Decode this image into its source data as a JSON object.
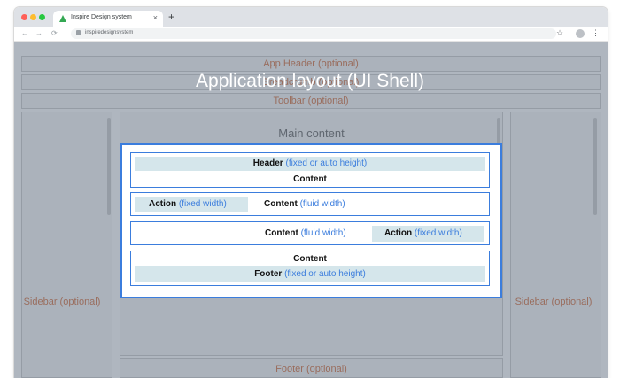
{
  "browser": {
    "tab_title": "Inspire Design system",
    "tab_close": "×",
    "new_tab": "+",
    "back": "←",
    "forward": "→",
    "reload": "⟳",
    "url": "inspiredesignsystem",
    "star": "☆",
    "menu": "⋮"
  },
  "wireframe": {
    "app_header": "App Header (optional)",
    "breadcrumb": "Breadcrumb (optional)",
    "toolbar": "Toolbar (optional)",
    "main_content": "Main content",
    "sidebar_left": "Sidebar (optional)",
    "sidebar_right": "Sidebar (optional)",
    "footer": "Footer (optional)"
  },
  "headline": "Application layout (UI Shell)",
  "panel": {
    "row1": {
      "header": "Header",
      "header_note": "(fixed or auto height)",
      "content": "Content"
    },
    "row2": {
      "action": "Action",
      "action_note": "(fixed width)",
      "content": "Content",
      "content_note": "(fluid width)"
    },
    "row3": {
      "content": "Content",
      "content_note": "(fluid width)",
      "action": "Action",
      "action_note": "(fixed width)"
    },
    "row4": {
      "content": "Content",
      "footer": "Footer",
      "footer_note": "(fixed or auto height)"
    }
  },
  "colors": {
    "accent": "#3b7ddd",
    "chip": "#d5e6eb",
    "wireframe_label": "#d87a4e",
    "overlay": "#4e5e70"
  }
}
